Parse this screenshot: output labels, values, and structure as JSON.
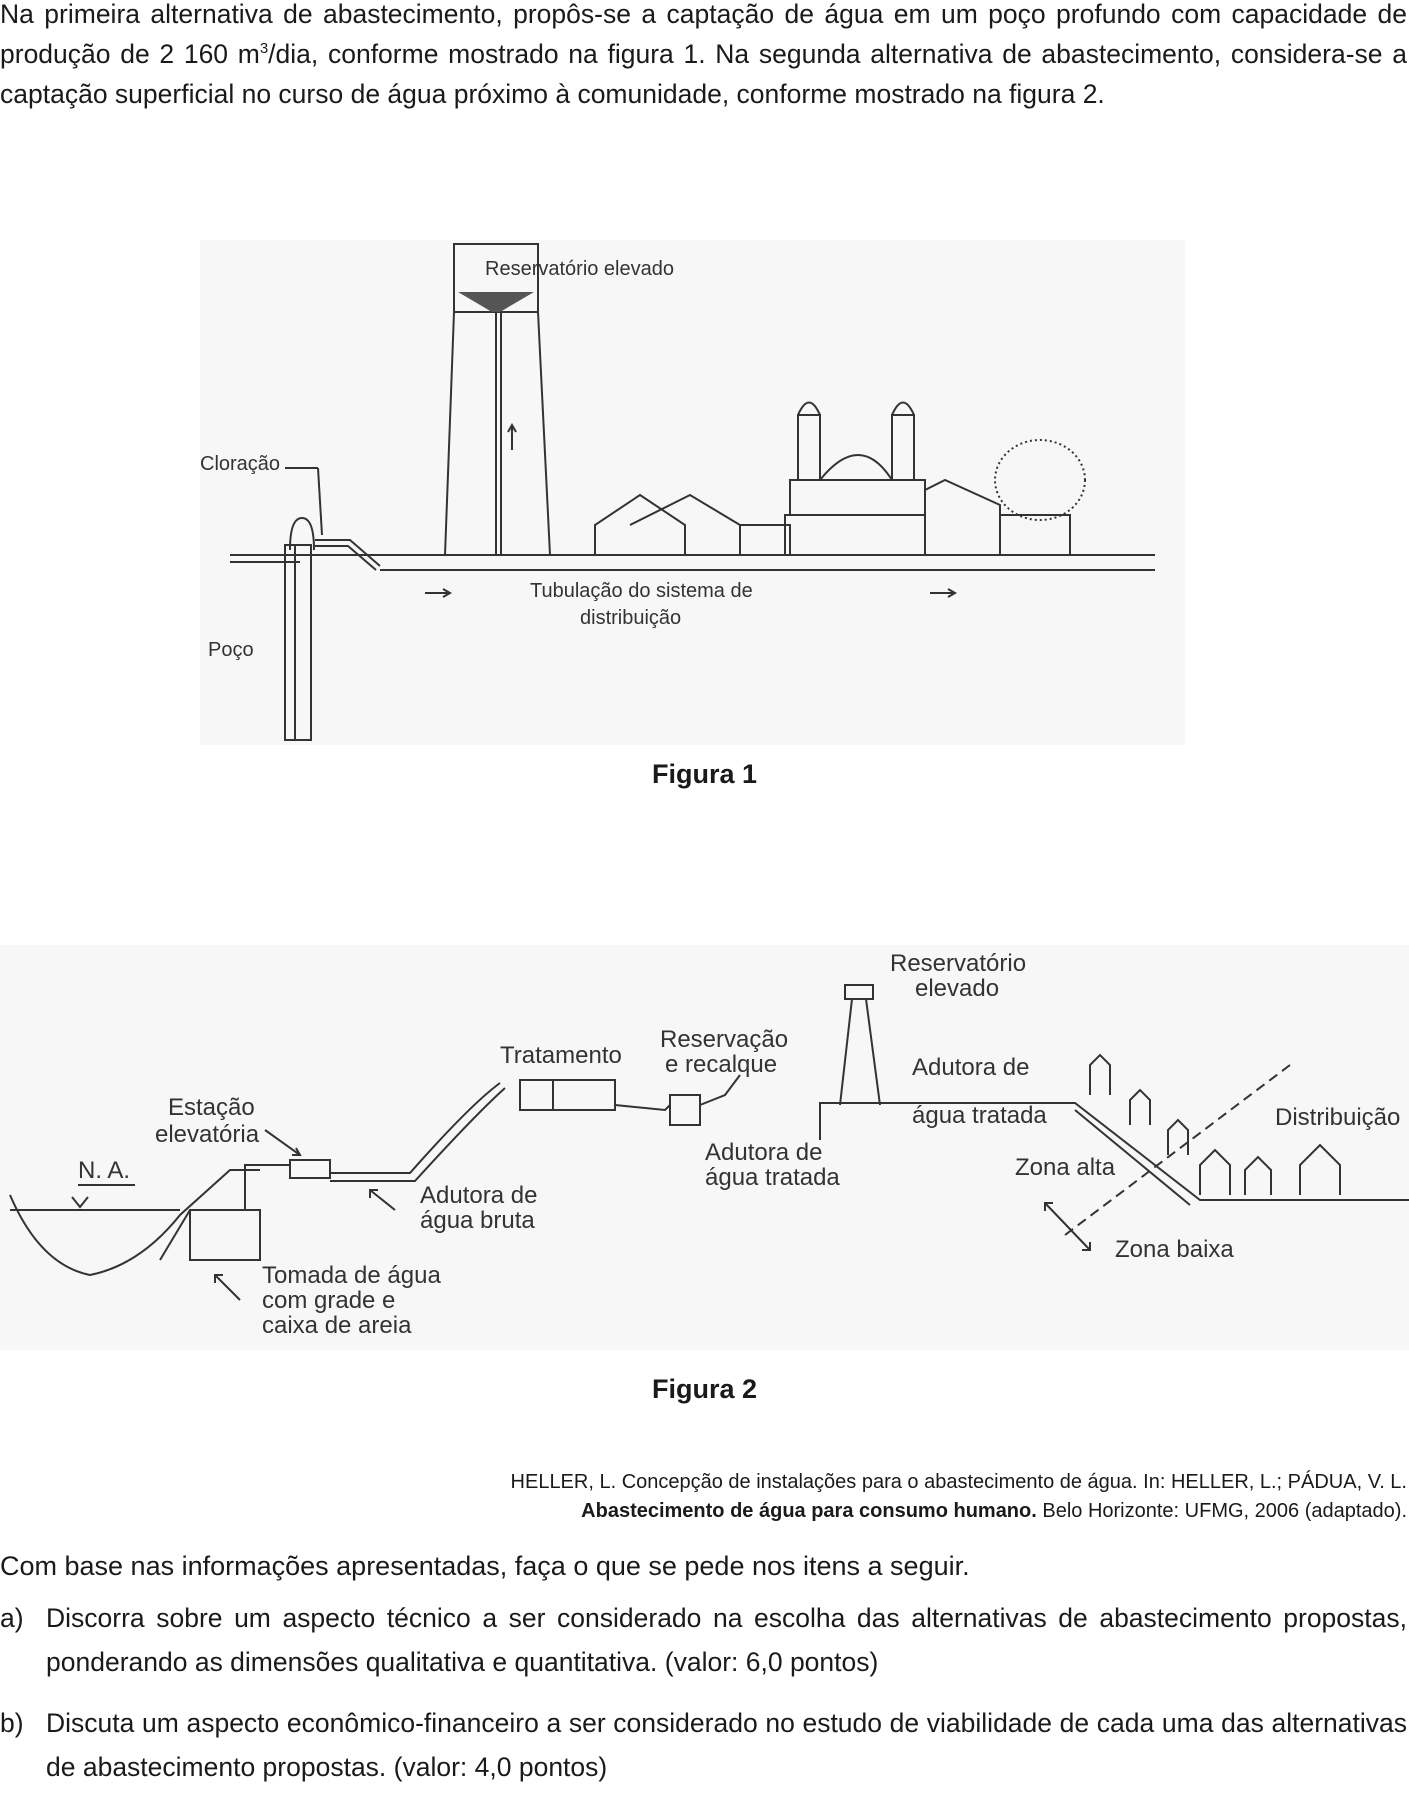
{
  "intro": {
    "text_a": "Na primeira alternativa de abastecimento, propôs-se a captação de água em um poço profundo com capacidade de produção de 2 160 m",
    "sup": "3",
    "text_b": "/dia, conforme mostrado na figura 1. Na segunda alternativa de abastecimento, considera-se a captação superficial no curso de água próximo à comunidade, conforme mostrado na figura 2."
  },
  "figure1": {
    "caption": "Figura 1",
    "labels": {
      "reservatorio": "Reservatório elevado",
      "cloracao": "Cloração",
      "poco": "Poço",
      "tubulacao_1": "Tubulação do sistema de",
      "tubulacao_2": "distribuição"
    }
  },
  "figure2": {
    "caption": "Figura 2",
    "labels": {
      "na": "N. A.",
      "estacao_1": "Estação",
      "estacao_2": "elevatória",
      "tomada_1": "Tomada de água",
      "tomada_2": "com grade e",
      "tomada_3": "caixa de areia",
      "adutora_bruta_1": "Adutora de",
      "adutora_bruta_2": "água bruta",
      "tratamento": "Tratamento",
      "reservacao_1": "Reservação",
      "reservacao_2": "e recalque",
      "adutora_tratada_a1": "Adutora de",
      "adutora_tratada_a2": "água tratada",
      "reservatorio_1": "Reservatório",
      "reservatorio_2": "elevado",
      "adutora_tratada_b1": "Adutora de",
      "adutora_tratada_b2": "água tratada",
      "distribuicao": "Distribuição",
      "zona_alta": "Zona alta",
      "zona_baixa": "Zona baixa"
    }
  },
  "source": {
    "line1": "HELLER, L. Concepção de instalações para o abastecimento de água. In: HELLER, L.; PÁDUA, V. L.",
    "line2_bold": "Abastecimento de água para consumo humano.",
    "line2_rest": " Belo Horizonte: UFMG, 2006 (adaptado)."
  },
  "questions": {
    "intro": "Com base nas informações apresentadas, faça o que se pede nos itens a seguir.",
    "a_label": "a)",
    "a_text": "Discorra sobre um aspecto técnico a ser considerado na escolha das alternativas de abastecimento propostas, ponderando as dimensões qualitativa e quantitativa. (valor: 6,0 pontos)",
    "b_label": "b)",
    "b_text": "Discuta um aspecto econômico-financeiro a ser considerado no estudo de viabilidade de cada uma das alternativas de abastecimento propostas. (valor: 4,0 pontos)"
  }
}
